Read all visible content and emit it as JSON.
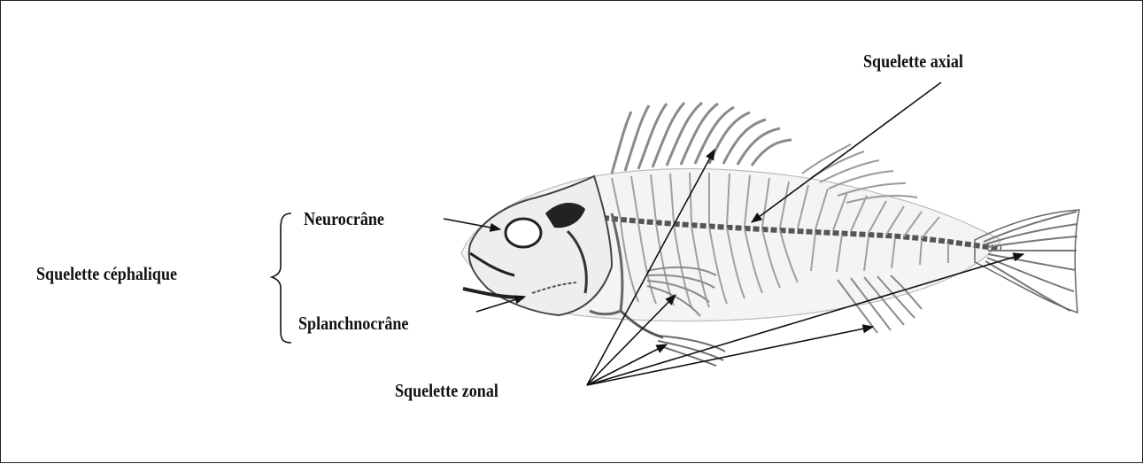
{
  "labels": {
    "axial": "Squelette axial",
    "neurocrane": "Neurocrâne",
    "cephalique": "Squelette céphalique",
    "splanchnocrane": "Splanchnocrâne",
    "zonal": "Squelette zonal"
  },
  "colors": {
    "ink": "#111111",
    "bone": "#9a9a9a",
    "bone_dark": "#3a3a3a"
  }
}
